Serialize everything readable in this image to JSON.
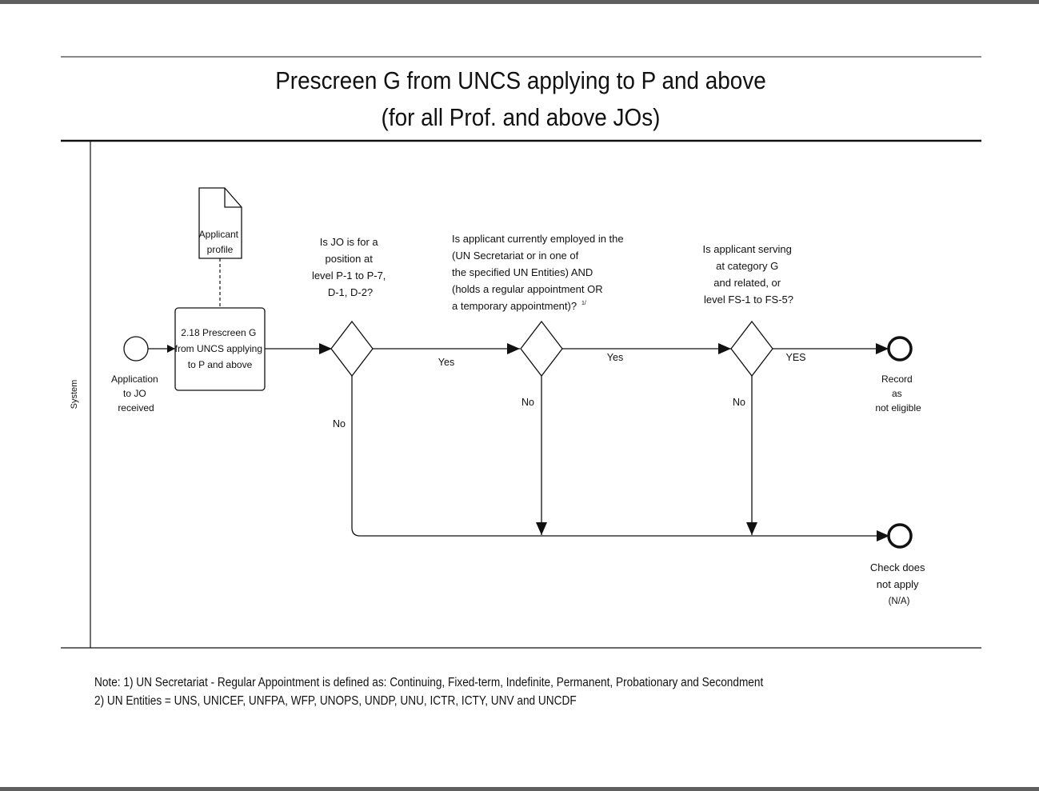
{
  "title": {
    "line1": "Prescreen G from UNCS applying to P and above",
    "line2": "(for all Prof. and above JOs)"
  },
  "lane": {
    "label": "System"
  },
  "start_event": {
    "lines": [
      "Application",
      "to JO",
      "received"
    ]
  },
  "data_object": {
    "lines": [
      "Applicant",
      "profile"
    ]
  },
  "task": {
    "lines": [
      "2.18 Prescreen G",
      "from UNCS applying",
      "to P and above"
    ]
  },
  "gateways": [
    {
      "id": "g1",
      "question_lines": [
        "Is JO is for a",
        "position at",
        "level P-1 to P-7,",
        "D-1, D-2?"
      ]
    },
    {
      "id": "g2",
      "question_lines": [
        "Is applicant currently employed in the",
        "(UN Secretariat or in one of",
        "the specified UN Entities) AND",
        "(holds a regular appointment OR",
        "a temporary appointment)?"
      ],
      "footnote_mark": "1/"
    },
    {
      "id": "g3",
      "question_lines": [
        "Is applicant serving",
        "at category G",
        "and related, or",
        "level FS-1 to FS-5?"
      ]
    }
  ],
  "flow_labels": {
    "g1_yes": "Yes",
    "g1_no": "No",
    "g2_yes": "Yes",
    "g2_no": "No",
    "g3_yes": "YES",
    "g3_no": "No"
  },
  "end_events": {
    "not_eligible": {
      "lines": [
        "Record",
        "as",
        "not eligible"
      ]
    },
    "not_applicable": {
      "lines": [
        "Check does",
        "not apply",
        "(N/A)"
      ]
    }
  },
  "notes": {
    "line1": "Note: 1) UN Secretariat - Regular Appointment is defined as: Continuing, Fixed-term, Indefinite, Permanent, Probationary and Secondment",
    "line2": "2) UN Entities = UNS, UNICEF, UNFPA, WFP, UNOPS, UNDP, UNU, ICTR, ICTY, UNV and UNCDF"
  }
}
